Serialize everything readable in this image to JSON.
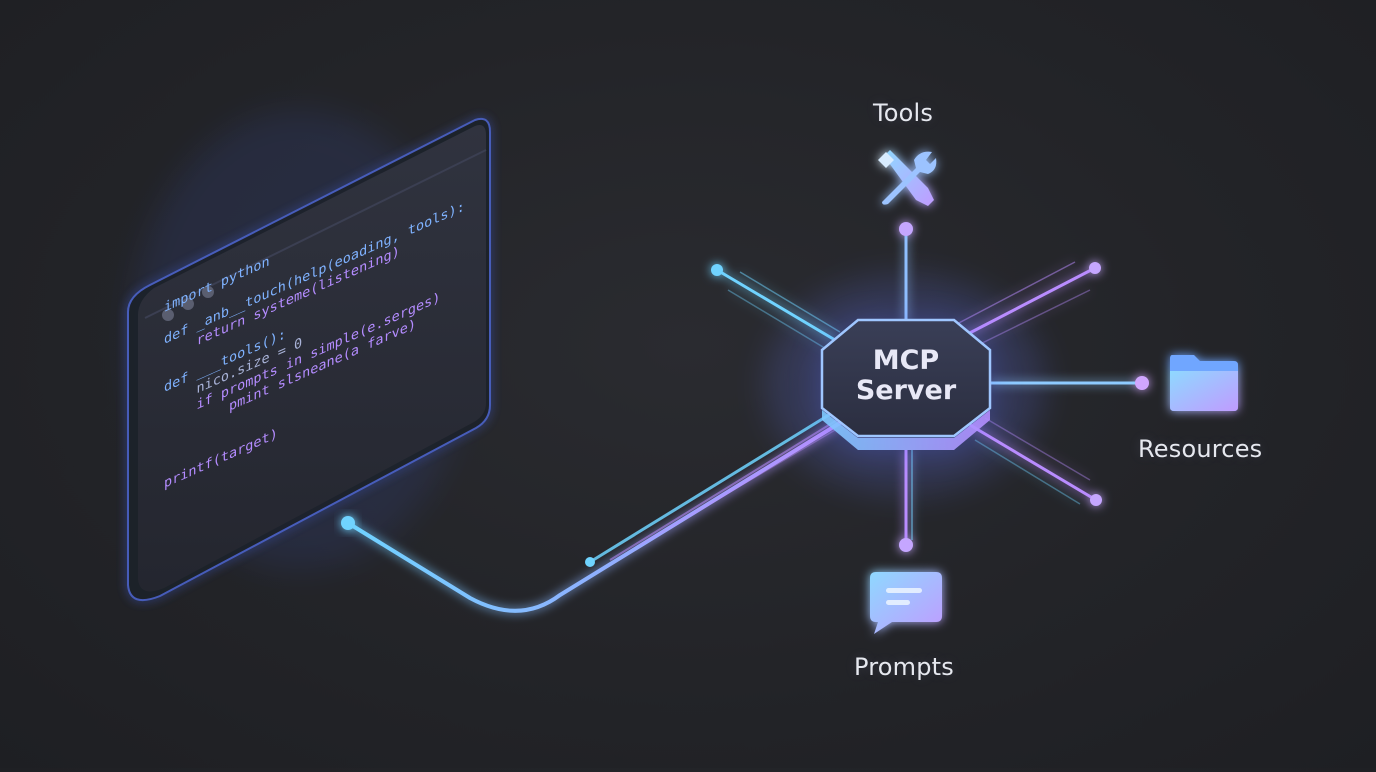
{
  "hub": {
    "line1": "MCP",
    "line2": "Server"
  },
  "nodes": {
    "tools": {
      "label": "Tools",
      "icon": "wrench-screwdriver-icon"
    },
    "resources": {
      "label": "Resources",
      "icon": "folder-icon"
    },
    "prompts": {
      "label": "Prompts",
      "icon": "chat-bubble-icon"
    }
  },
  "code_window": {
    "lines": [
      "import python",
      "",
      "def _anb__touch(help(eoading, tools):",
      "    return systeme(listening)",
      "",
      "def ___tools():",
      "    nico.size = 0",
      "    if prompts in simple(e.serges)",
      "        pmint slsneane(a farve)",
      "",
      "",
      "printf(target)"
    ]
  },
  "colors": {
    "cyan": "#6fd3ff",
    "violet": "#b98cff",
    "background": "#232428",
    "window": "#2c2f3a"
  }
}
